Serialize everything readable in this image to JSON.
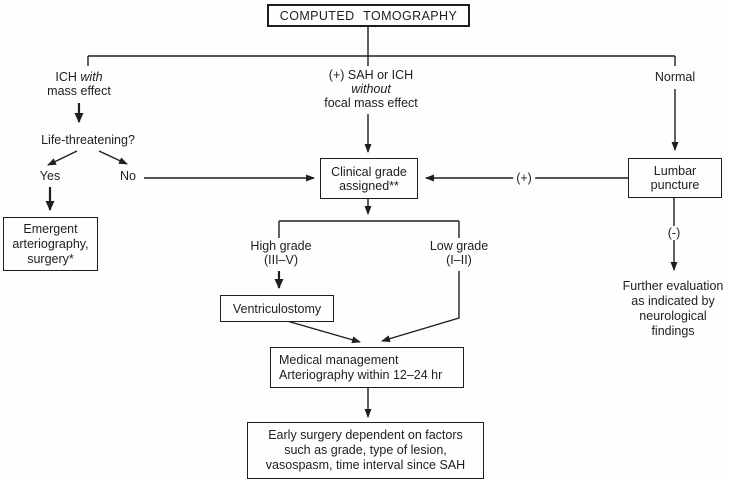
{
  "title": "COMPUTED  TOMOGRAPHY",
  "branches": {
    "left": {
      "line1_prefix": "ICH",
      "line1_italic": "with",
      "line2": "mass effect",
      "question": "Life-threatening?",
      "yes": "Yes",
      "no": "No"
    },
    "middle": {
      "line1": "(+) SAH or ICH",
      "line2_italic": "without",
      "line3": "focal mass effect"
    },
    "right": {
      "label": "Normal",
      "plus": "(+)",
      "minus": "(-)"
    }
  },
  "boxes": {
    "emergent": {
      "line1": "Emergent",
      "line2": "arteriography,",
      "line3": "surgery*"
    },
    "clinical_grade": {
      "line1": "Clinical grade",
      "line2": "assigned**"
    },
    "lumbar": {
      "line1": "Lumbar",
      "line2": "puncture"
    },
    "ventriculostomy": {
      "label": "Ventriculostomy"
    },
    "medical": {
      "line1": "Medical management",
      "line2": "Arteriography within 12–24 hr"
    },
    "early_surgery": {
      "line1": "Early surgery dependent on factors",
      "line2": "such as grade, type of lesion,",
      "line3": "vasospasm, time interval since SAH"
    }
  },
  "labels": {
    "high_grade_1": "High grade",
    "high_grade_2": "(III–V)",
    "low_grade_1": "Low grade",
    "low_grade_2": "(I–II)",
    "further_1": "Further evaluation",
    "further_2": "as indicated by",
    "further_3": "neurological",
    "further_4": "findings"
  },
  "colors": {
    "line": "#1e1e1e",
    "text": "#1e1e1e",
    "background": "#fefefe"
  }
}
